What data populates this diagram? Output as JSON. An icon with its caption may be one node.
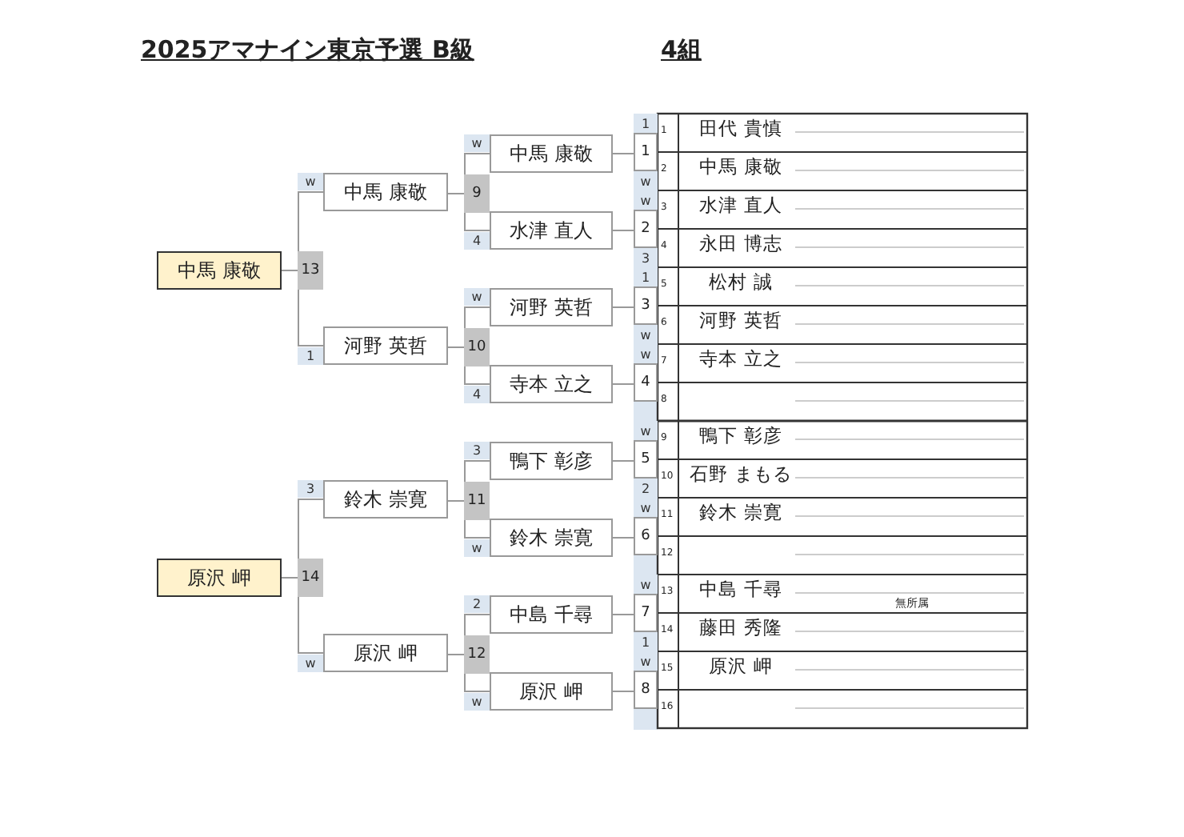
{
  "diagram": {
    "title": "2025アマナイン東京予選 B級",
    "nodes": [
      {
        "text": [
          "中馬 康敬"
        ]
      },
      {
        "text": [
          "原沢 岬"
        ]
      },
      {
        "text": [
          "13"
        ]
      },
      {
        "text": [
          "14"
        ]
      },
      {
        "text": [
          "中馬 康敬"
        ],
        "beside": [
          "w"
        ]
      },
      {
        "text": [
          "河野 英哲"
        ],
        "beside": [
          "1"
        ]
      },
      {
        "text": [
          "鈴木 崇寛"
        ],
        "beside": [
          "3"
        ]
      },
      {
        "text": [
          "原沢 岬"
        ],
        "beside": [
          "w"
        ]
      },
      {
        "text": [
          "9"
        ]
      },
      {
        "text": [
          "10"
        ]
      },
      {
        "text": [
          "11"
        ]
      },
      {
        "text": [
          "12"
        ]
      },
      {
        "text": [
          "中馬 康敬"
        ],
        "beside": [
          "w"
        ]
      },
      {
        "text": [
          "水津 直人"
        ],
        "beside": [
          "4"
        ]
      },
      {
        "text": [
          "河野 英哲"
        ],
        "beside": [
          "w"
        ]
      },
      {
        "text": [
          "寺本 立之"
        ],
        "beside": [
          "4"
        ]
      },
      {
        "text": [
          "鴨下 彰彦"
        ],
        "beside": [
          "3"
        ]
      },
      {
        "text": [
          "鈴木 崇寛"
        ],
        "beside": [
          "w"
        ]
      },
      {
        "text": [
          "中島 千尋"
        ],
        "beside": [
          "2"
        ]
      },
      {
        "text": [
          "原沢 岬"
        ],
        "beside": [
          "w"
        ]
      },
      {
        "text": [
          "1"
        ],
        "beside": [
          "1",
          "w"
        ]
      },
      {
        "text": [
          "2"
        ],
        "beside": [
          "w",
          "3"
        ]
      },
      {
        "text": [
          "3"
        ],
        "beside": [
          "1",
          "w"
        ]
      },
      {
        "text": [
          "4"
        ],
        "beside": [
          "w"
        ]
      },
      {
        "text": [
          "5"
        ],
        "beside": [
          "w",
          "2"
        ]
      },
      {
        "text": [
          "6"
        ],
        "beside": [
          "w"
        ]
      },
      {
        "text": [
          "7"
        ],
        "beside": [
          "w",
          "1"
        ]
      },
      {
        "text": [
          "8"
        ],
        "beside": [
          "w"
        ]
      }
    ],
    "edges": [
      {
        "from": 12,
        "to": 20,
        "arrow": "none"
      },
      {
        "from": 13,
        "to": 21,
        "arrow": "none"
      },
      {
        "from": 14,
        "to": 22,
        "arrow": "none"
      },
      {
        "from": 15,
        "to": 23,
        "arrow": "none"
      },
      {
        "from": 16,
        "to": 24,
        "arrow": "none"
      },
      {
        "from": 17,
        "to": 25,
        "arrow": "none"
      },
      {
        "from": 18,
        "to": 26,
        "arrow": "none"
      },
      {
        "from": 19,
        "to": 27,
        "arrow": "none"
      },
      {
        "from": 12,
        "to": 8,
        "arrow": "none"
      },
      {
        "from": 13,
        "to": 8,
        "arrow": "none"
      },
      {
        "from": 14,
        "to": 9,
        "arrow": "none"
      },
      {
        "from": 15,
        "to": 9,
        "arrow": "none"
      },
      {
        "from": 16,
        "to": 10,
        "arrow": "none"
      },
      {
        "from": 17,
        "to": 10,
        "arrow": "none"
      },
      {
        "from": 18,
        "to": 11,
        "arrow": "none"
      },
      {
        "from": 19,
        "to": 11,
        "arrow": "none"
      },
      {
        "from": 8,
        "to": 4,
        "arrow": "none"
      },
      {
        "from": 9,
        "to": 5,
        "arrow": "none"
      },
      {
        "from": 10,
        "to": 6,
        "arrow": "none"
      },
      {
        "from": 11,
        "to": 7,
        "arrow": "none"
      },
      {
        "from": 4,
        "to": 2,
        "arrow": "none"
      },
      {
        "from": 5,
        "to": 2,
        "arrow": "none"
      },
      {
        "from": 6,
        "to": 3,
        "arrow": "none"
      },
      {
        "from": 7,
        "to": 3,
        "arrow": "none"
      },
      {
        "from": 2,
        "to": 0,
        "arrow": "none"
      },
      {
        "from": 3,
        "to": 1,
        "arrow": "none"
      }
    ],
    "labels": [
      "4組",
      "1",
      "田代 貴慎",
      "2",
      "中馬 康敬",
      "3",
      "水津 直人",
      "4",
      "永田 博志",
      "5",
      "松村 誠",
      "6",
      "河野 英哲",
      "7",
      "寺本 立之",
      "8",
      "9",
      "鴨下 彰彦",
      "10",
      "石野 まもる",
      "11",
      "鈴木 崇寛",
      "12",
      "13",
      "中島 千尋",
      "無所属",
      "14",
      "藤田 秀隆",
      "15",
      "原沢 岬",
      "16"
    ]
  }
}
